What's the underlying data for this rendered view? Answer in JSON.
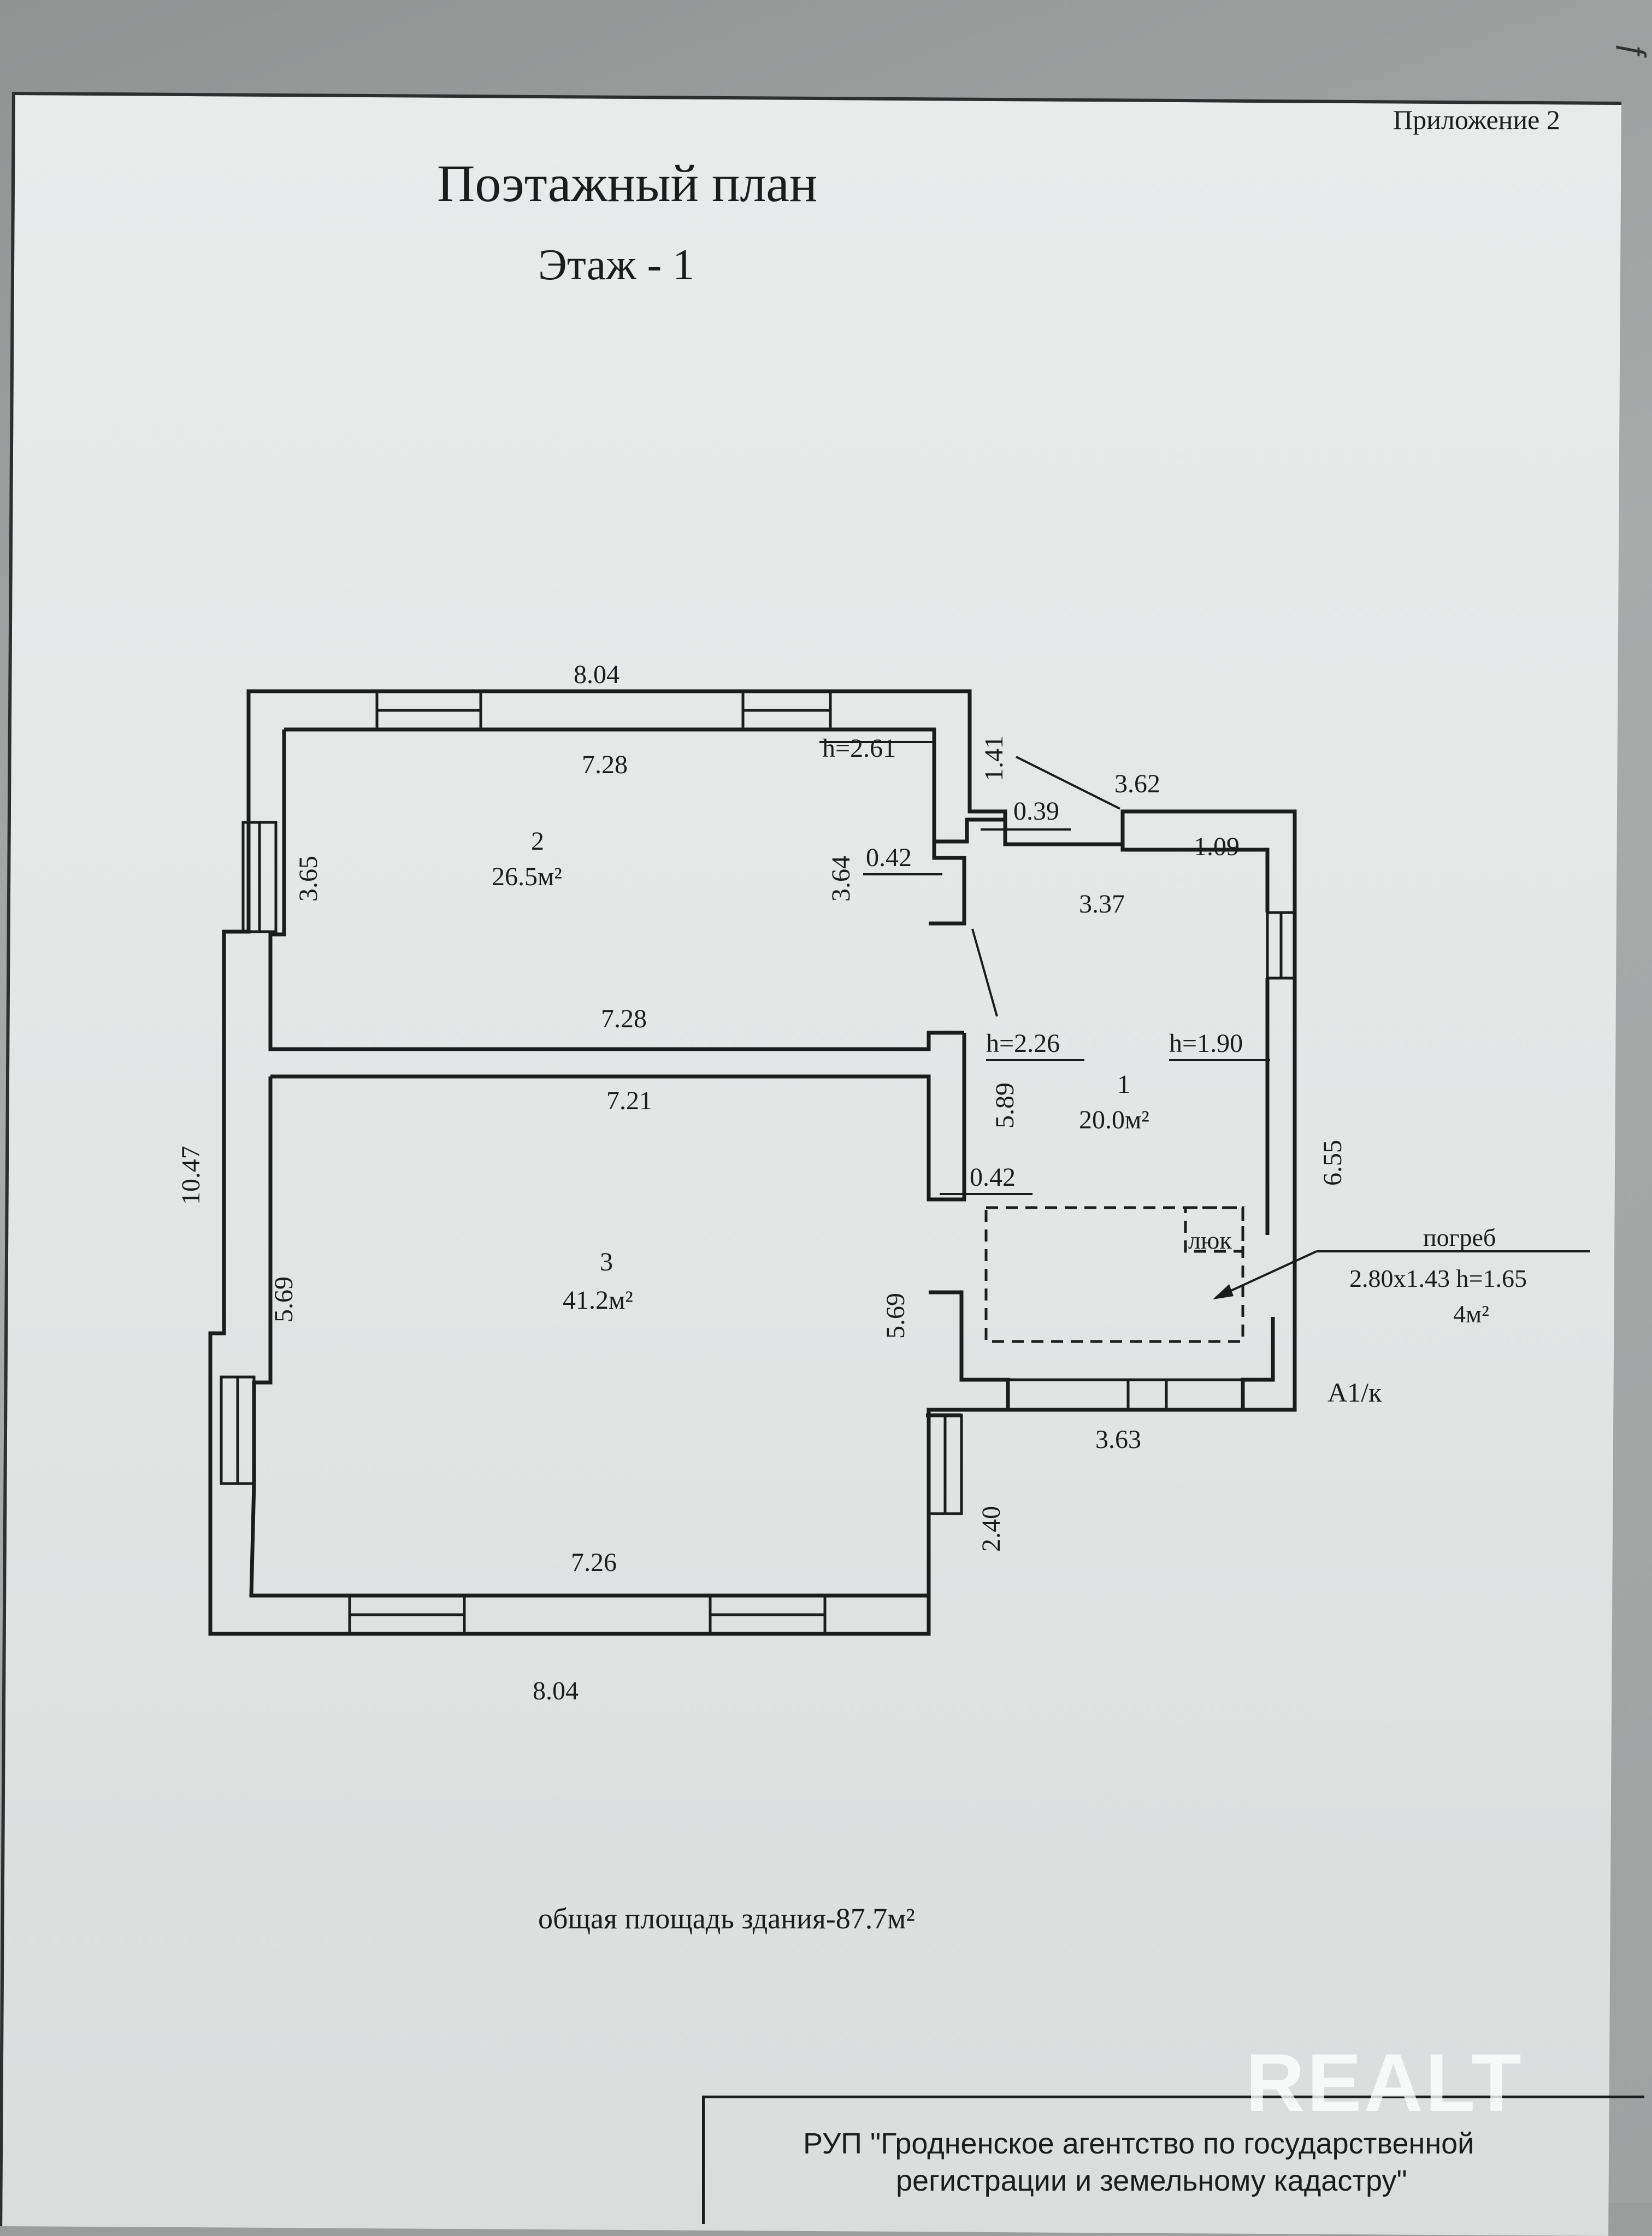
{
  "document": {
    "appendix": "Приложение 2",
    "title": "Поэтажный план",
    "floor": "Этаж - 1",
    "total_area": "общая площадь  здания-87.7м²",
    "organization_line1": "РУП \"Гродненское агентство по государственной",
    "organization_line2": "регистрации  и земельному кадастру\"",
    "watermark": "REALT"
  },
  "rooms": [
    {
      "number": "2",
      "area": "26.5м²"
    },
    {
      "number": "1",
      "area": "20.0м²"
    },
    {
      "number": "3",
      "area": "41.2м²"
    }
  ],
  "dimensions": {
    "outer_top": "8.04",
    "outer_bottom": "8.04",
    "outer_left": "10.47",
    "room2_top": "7.28",
    "room2_bottom": "7.28",
    "room2_left": "3.65",
    "room2_right": "3.64",
    "room2_height": "h=2.61",
    "wall_0_42_upper": "0.42",
    "wall_0_42_lower": "0.42",
    "step_1_41": "1.41",
    "step_0_39": "0.39",
    "room1_top": "3.62",
    "room1_inner_top": "1.09",
    "room1_mid": "3.37",
    "room1_height": "h=1.90",
    "room1_right": "6.55",
    "door_height": "h=2.26",
    "room1_left": "5.89",
    "room1_bottom": "3.63",
    "room3_top": "7.21",
    "room3_left": "5.69",
    "room3_right": "5.69",
    "room3_bottom": "7.26",
    "room3_step": "2.40"
  },
  "cellar": {
    "label": "погреб",
    "size": "2.80x1.43 h=1.65",
    "area": "4м²",
    "hatch": "люк"
  },
  "building_letter": "А1/к",
  "colors": {
    "ink": "#1b1d1d",
    "paper": "#e4e8e7"
  }
}
